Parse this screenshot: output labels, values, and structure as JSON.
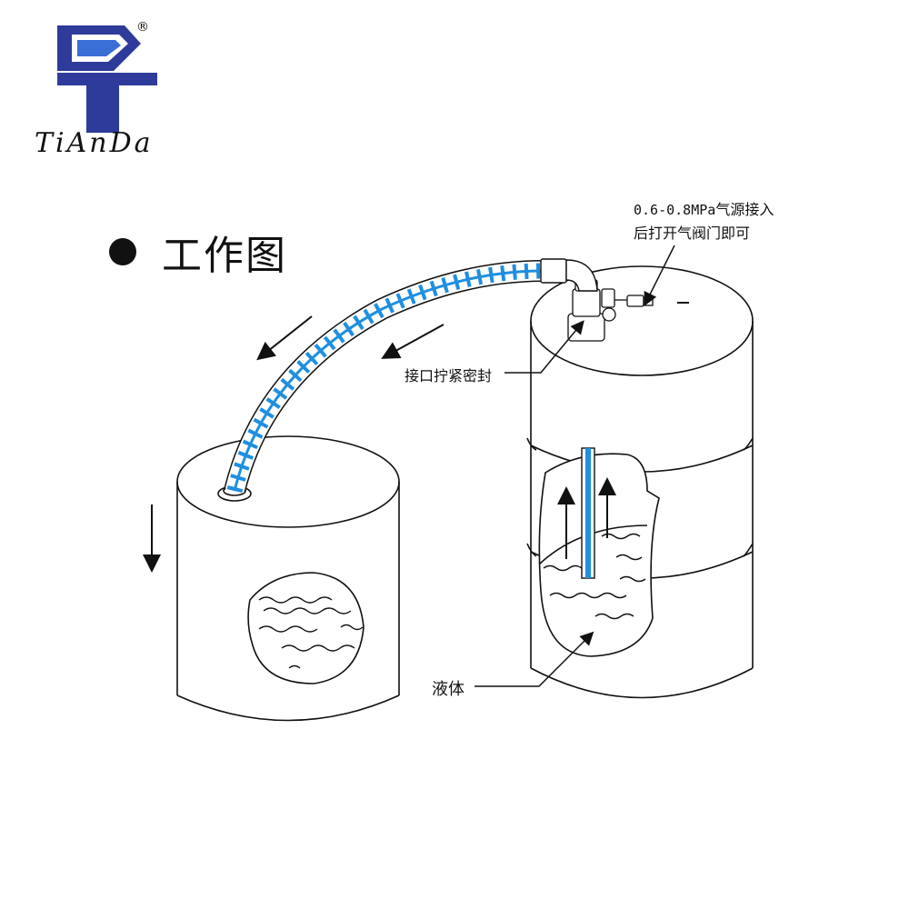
{
  "logo": {
    "brand_text": "TiAnDa",
    "registered_mark": "®",
    "colors": {
      "primary": "#2f3b9a",
      "accent": "#3a6fd8"
    }
  },
  "section": {
    "title": "工作图"
  },
  "annotations": {
    "air_line1_prefix": "0.6-0.8MPa",
    "air_line1_suffix": "气源接入",
    "air_line2": "后打开气阀门即可",
    "seal": "接口拧紧密封",
    "liquid": "液体"
  },
  "colors": {
    "hose_blue": "#1f8fe0",
    "outline": "#111111"
  }
}
